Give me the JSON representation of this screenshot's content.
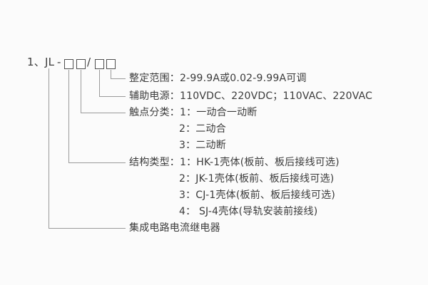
{
  "model_code": {
    "prefix": "1、JL",
    "dash": "-",
    "slash": "/"
  },
  "callouts": {
    "setting_range": "整定范围：2-99.9A或0.02-9.99A可调",
    "aux_power": "辅助电源：110VDC、220VDC；110VAC、220VAC",
    "contact_type": {
      "heading": "触点分类：1：一动合一动断",
      "options": [
        "2：二动合",
        "3：二动断"
      ]
    },
    "structure_type": {
      "heading": "结构类型：1：HK-1壳体(板前、板后接线可选)",
      "options": [
        "2：JK-1壳体(板前、板后接线可选)",
        "3：CJ-1壳体(板前、板后接线可选)",
        "4： SJ-4壳体(导轨安装前接线)"
      ]
    },
    "product_name": "集成电路电流继电器"
  },
  "colors": {
    "line": "#9a9a9a",
    "text": "#3b3b3b",
    "background": "#fbfbfb"
  }
}
